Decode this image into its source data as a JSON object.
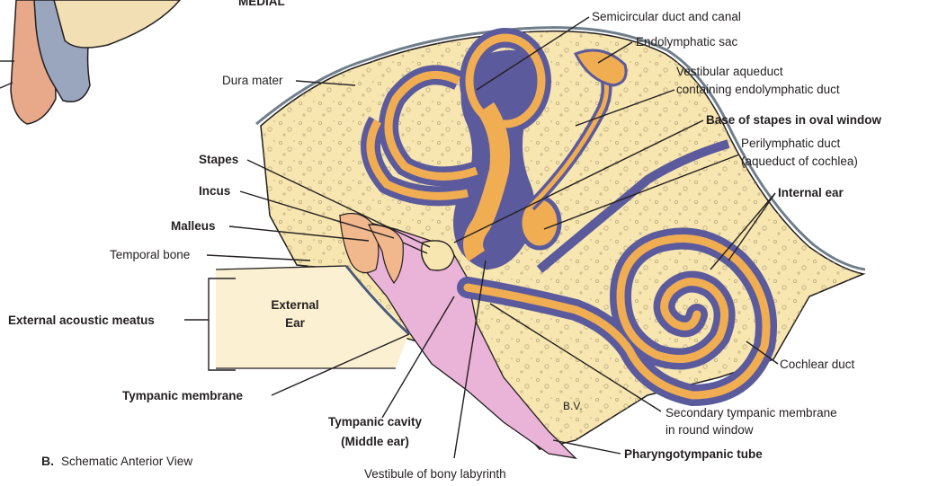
{
  "top_label": "MEDIAL",
  "panel": {
    "letter": "B.",
    "caption": "Schematic Anterior View"
  },
  "labels": {
    "semicircular": "Semicircular duct and canal",
    "endolymphatic_sac": "Endolymphatic sac",
    "vestibular_aqueduct_1": "Vestibular aqueduct",
    "vestibular_aqueduct_2": "containing endolymphatic duct",
    "base_stapes": "Base of stapes in oval window",
    "perilymphatic_1": "Perilymphatic duct",
    "perilymphatic_2": "(aqueduct of cochlea)",
    "internal_ear": "Internal ear",
    "dura": "Dura mater",
    "stapes": "Stapes",
    "incus": "Incus",
    "malleus": "Malleus",
    "temporal": "Temporal bone",
    "external_ear_1": "External",
    "external_ear_2": "Ear",
    "eam": "External acoustic meatus",
    "tympanic_membrane": "Tympanic membrane",
    "tympanic_cavity_1": "Tympanic cavity",
    "tympanic_cavity_2": "(Middle ear)",
    "cochlear_duct": "Cochlear duct",
    "secondary_1": "Secondary tympanic membrane",
    "secondary_2": "in round window",
    "pharyngotympanic": "Pharyngotympanic tube",
    "vestibule": "Vestibule of bony labyrinth",
    "bv": "B.V."
  },
  "colors": {
    "bone": "#f7e6b0",
    "perilymph": "#5b5a9c",
    "endolymph": "#f0ad52",
    "middle_ear": "#eab3d8",
    "ossicle": "#f1b78d",
    "line": "#231f20"
  }
}
